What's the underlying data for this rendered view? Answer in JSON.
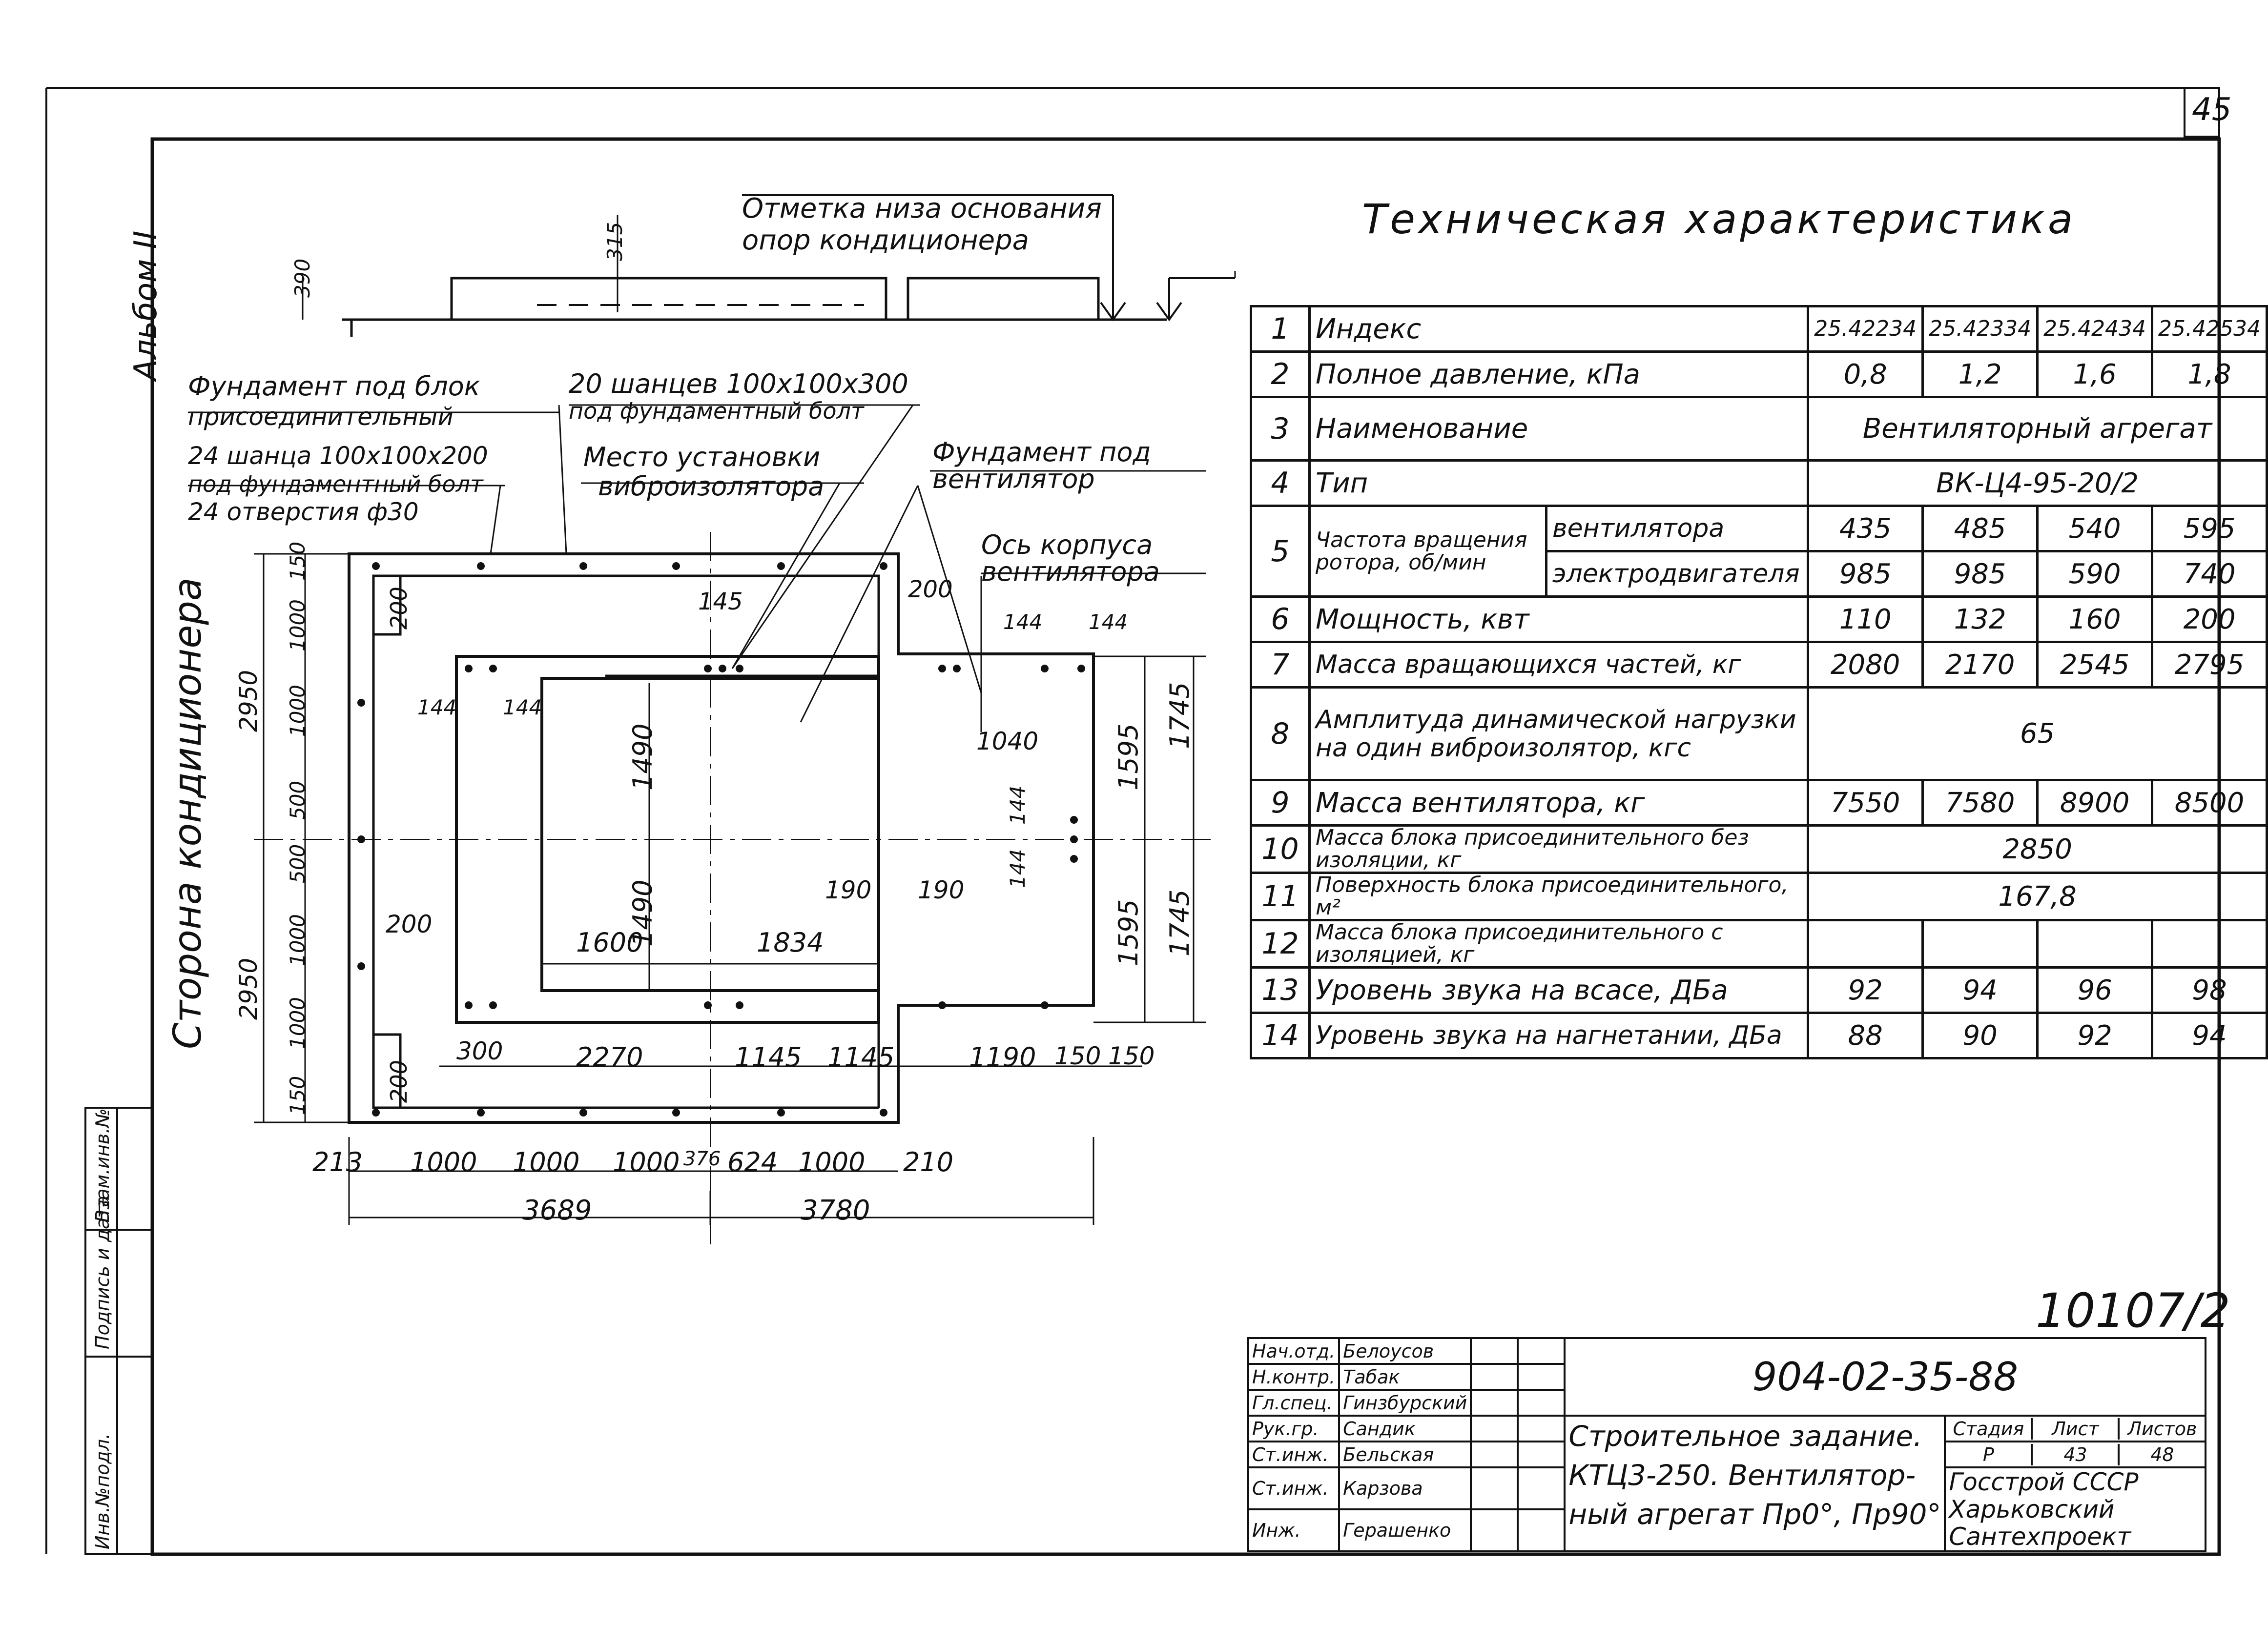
{
  "sheet": {
    "page_number": "45",
    "album": "Альбом II",
    "side_label": "Сторона кондиционера",
    "stamp_number": "10107/2",
    "doc_code": "904-02-35-88"
  },
  "plan": {
    "top_callout": [
      "Отметка низа основания",
      "опор кондиционера"
    ],
    "elev_dims": [
      "390",
      "315"
    ],
    "callout_foundation_block": [
      "Фундамент под блок",
      "присоединительный"
    ],
    "callout_anchors_24": [
      "24 шанца 100x100x200",
      "под фундаментный болт",
      "24 отверстия ф30"
    ],
    "callout_anchors_20": [
      "20 шанцев 100x100x300",
      "под фундаментный болт"
    ],
    "callout_isolator": [
      "Место установки",
      "виброизолятора"
    ],
    "callout_fan_foundation": [
      "Фундамент под",
      "вентилятор"
    ],
    "callout_axis": [
      "Ось корпуса",
      "вентилятора"
    ],
    "dims": {
      "left_total_top": "2950",
      "left_total_bot": "2950",
      "l150a": "150",
      "l1000a": "1000",
      "l1000b": "1000",
      "l500a": "500",
      "l500b": "500",
      "l1000c": "1000",
      "l1000d": "1000",
      "l150b": "150",
      "d145": "145",
      "d200a": "200",
      "d200b": "200",
      "d200c": "200",
      "d200d": "200",
      "d144a": "144",
      "d144b": "144",
      "d144c": "144",
      "d144d": "144",
      "d144e": "144",
      "d144f": "144",
      "d1490a": "1490",
      "d1490b": "1490",
      "d1040": "1040",
      "d1595a": "1595",
      "d1595b": "1595",
      "d1745a": "1745",
      "d1745b": "1745",
      "d190a": "190",
      "d190b": "190",
      "d1600": "1600",
      "d1834": "1834",
      "d300": "300",
      "d2270": "2270",
      "d1145a": "1145",
      "d1145b": "1145",
      "d1190": "1190",
      "d150a": "150",
      "d150b": "150",
      "b213": "213",
      "b1000a": "1000",
      "b1000b": "1000",
      "b1000c": "1000",
      "b376": "376",
      "b624": "624",
      "b1000d": "1000",
      "b210": "210",
      "b3689": "3689",
      "b3780": "3780"
    }
  },
  "spec": {
    "title": "Техническая характеристика",
    "rows": {
      "r1": {
        "n": "1",
        "label": "Индекс",
        "v": [
          "25.42234",
          "25.42334",
          "25.42434",
          "25.42534"
        ]
      },
      "r2": {
        "n": "2",
        "label": "Полное давление, кПа",
        "v": [
          "0,8",
          "1,2",
          "1,6",
          "1,8"
        ]
      },
      "r3": {
        "n": "3",
        "label": "Наименование",
        "value": "Вентиляторный агрегат"
      },
      "r4": {
        "n": "4",
        "label": "Тип",
        "value": "ВК-Ц4-95-20/2"
      },
      "r5": {
        "n": "5",
        "label": "Частота вращения ротора, об/мин",
        "sub1": "вентилятора",
        "v1": [
          "435",
          "485",
          "540",
          "595"
        ],
        "sub2": "электродвигателя",
        "v2": [
          "985",
          "985",
          "590",
          "740"
        ]
      },
      "r6": {
        "n": "6",
        "label": "Мощность, квт",
        "v": [
          "110",
          "132",
          "160",
          "200"
        ]
      },
      "r7": {
        "n": "7",
        "label": "Масса вращающихся частей, кг",
        "v": [
          "2080",
          "2170",
          "2545",
          "2795"
        ]
      },
      "r8": {
        "n": "8",
        "label": "Амплитуда динамической нагрузки на один виброизолятор, кгс",
        "value": "65"
      },
      "r9": {
        "n": "9",
        "label": "Масса вентилятора, кг",
        "v": [
          "7550",
          "7580",
          "8900",
          "8500"
        ]
      },
      "r10": {
        "n": "10",
        "label": "Масса блока присоединительного без изоляции, кг",
        "value": "2850"
      },
      "r11": {
        "n": "11",
        "label": "Поверхность блока присоединительного, м²",
        "value": "167,8"
      },
      "r12": {
        "n": "12",
        "label": "Масса блока присоединительного с изоляцией, кг"
      },
      "r13": {
        "n": "13",
        "label": "Уровень звука на всасе, ДБа",
        "v": [
          "92",
          "94",
          "96",
          "98"
        ]
      },
      "r14": {
        "n": "14",
        "label": "Уровень звука на нагнетании, ДБа",
        "v": [
          "88",
          "90",
          "92",
          "94"
        ]
      }
    }
  },
  "title_block": {
    "roles": [
      "Нач.отд.",
      "Н.контр.",
      "Гл.спец.",
      "Рук.гр.",
      "Ст.инж.",
      "Ст.инж.",
      "Инж."
    ],
    "names": [
      "Белоусов",
      "Табак",
      "Гинзбурский",
      "Сандик",
      "Бельская",
      "Карзова",
      "Герашенко"
    ],
    "description": [
      "Строительное задание.",
      "КТЦ3-250. Вентилятор-",
      "ный агрегат Пр0°, Пр90°"
    ],
    "stage_label": "Стадия",
    "sheet_label": "Лист",
    "sheets_label": "Листов",
    "stage": "Р",
    "sheet": "43",
    "sheets": "48",
    "org": [
      "Госстрой СССР",
      "Харьковский",
      "Сантехпроект"
    ]
  },
  "margin_stamp": [
    "Инв.№подл.",
    "Подпись и дата",
    "Взам.инв.№"
  ]
}
